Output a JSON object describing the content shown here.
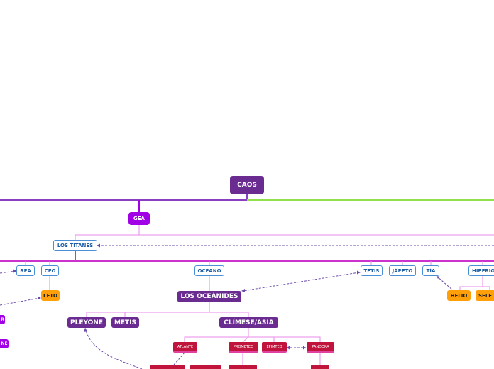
{
  "diagram": {
    "nodes": {
      "caos": "CAOS",
      "gea": "GEA",
      "los_titanes": "LOS TITANES",
      "rea": "REA",
      "ceo": "CEO",
      "oceano": "OCÉANO",
      "tetis": "TETIS",
      "japeto": "JÁPETO",
      "tia": "TÍA",
      "hiperion": "HIPERIÓ",
      "leto": "LETO",
      "helio": "HELIO",
      "selene": "SELE",
      "los_oceanides": "LOS OCEÁNIDES",
      "pleyone": "PLÉYONE",
      "metis": "METIS",
      "climese_asia": "CLÍMESE/ASIA",
      "atlante": "ATLANTE",
      "prometeo": "PROMETEO",
      "epimteo": "EPIMTEO",
      "pandora": "PANDORA",
      "left_partial_1": "R",
      "left_partial_2": "NE"
    },
    "colors": {
      "root": "#6a2c91",
      "magenta": "#a100e6",
      "blue_border": "#4a8fd6",
      "blue_text": "#1f5fa8",
      "orange": "#ff9f0a",
      "red": "#c0143c",
      "link_purple": "#8a3fc0",
      "link_green": "#8fe04a",
      "link_pink": "#e88be8",
      "link_dashed": "#6b4ba8"
    }
  }
}
